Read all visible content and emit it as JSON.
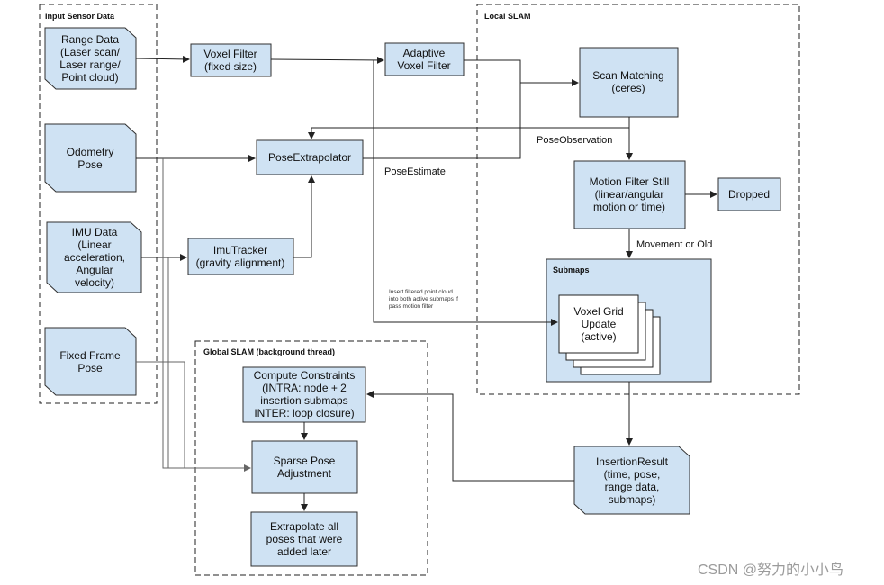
{
  "groups": {
    "input": "Input Sensor Data",
    "local": "Local SLAM",
    "global": "Global SLAM (background thread)",
    "submaps": "Submaps"
  },
  "nodes": {
    "range_data": [
      "Range Data",
      "(Laser scan/",
      "Laser range/",
      "Point cloud)"
    ],
    "odometry": [
      "Odometry",
      "Pose"
    ],
    "imu_data": [
      "IMU Data",
      "(Linear",
      "acceleration,",
      "Angular",
      "velocity)"
    ],
    "fixed_frame": [
      "Fixed Frame",
      "Pose"
    ],
    "voxel_filter": [
      "Voxel Filter",
      "(fixed size)"
    ],
    "adaptive_voxel": [
      "Adaptive",
      "Voxel Filter"
    ],
    "scan_matching": [
      "Scan Matching",
      "(ceres)"
    ],
    "pose_extrapolator": [
      "PoseExtrapolator"
    ],
    "imu_tracker": [
      "ImuTracker",
      "(gravity alignment)"
    ],
    "motion_filter": [
      "Motion Filter Still",
      "(linear/angular",
      "motion or time)"
    ],
    "dropped": [
      "Dropped"
    ],
    "voxel_grid": [
      "Voxel Grid",
      "Update",
      "(active)"
    ],
    "compute_constraints": [
      "Compute Constraints",
      "(INTRA: node + 2",
      "insertion submaps",
      "INTER: loop closure)"
    ],
    "sparse_pose": [
      "Sparse Pose",
      "Adjustment"
    ],
    "extrapolate_all": [
      "Extrapolate all",
      "poses that were",
      "added later"
    ],
    "insertion_result": [
      "InsertionResult",
      "(time, pose,",
      "range data,",
      "submaps)"
    ]
  },
  "edge_labels": {
    "pose_observation": "PoseObservation",
    "pose_estimate": "PoseEstimate",
    "movement_or_old": "Movement or Old",
    "insert_note": [
      "Insert filtered point cloud",
      "into both active submaps if",
      "pass motion filter"
    ]
  },
  "watermark": "CSDN @努力的小小鸟",
  "colors": {
    "node_fill": "#cfe2f3",
    "stroke": "#2f2f2f"
  }
}
